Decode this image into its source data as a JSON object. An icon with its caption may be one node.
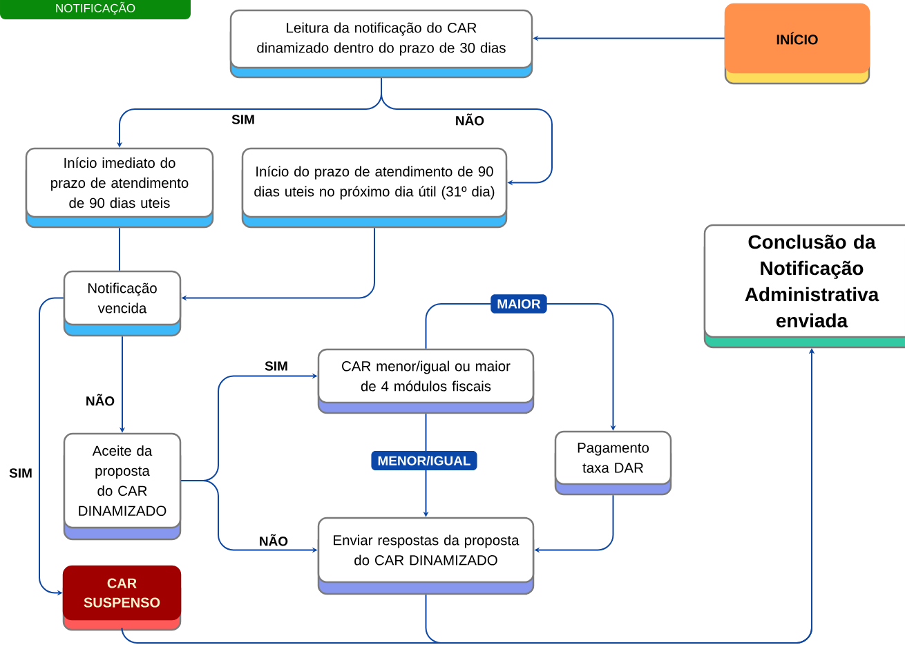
{
  "diagram": {
    "title": "NOTIFICAÇÃO",
    "nodes": [
      {
        "text": [
          "INÍCIO"
        ]
      },
      {
        "text": [
          "Leitura da notificação do CAR dinamizado dentro do prazo de 30 dias"
        ]
      },
      {
        "text": [
          "Início imediato do prazo de atendimento de 90 dias uteis"
        ]
      },
      {
        "text": [
          "Início do prazo de atendimento de 90 dias uteis no próximo dia útil (31º dia)"
        ]
      },
      {
        "text": [
          "Notificação vencida"
        ]
      },
      {
        "text": [
          "Aceite da proposta do CAR DINAMIZADO"
        ]
      },
      {
        "text": [
          "CAR menor/igual ou maior de 4 módulos fiscais"
        ]
      },
      {
        "text": [
          "Pagamento taxa DAR"
        ]
      },
      {
        "text": [
          "Enviar respostas da proposta do CAR DINAMIZADO"
        ]
      },
      {
        "text": [
          "CAR SUSPENSO"
        ]
      },
      {
        "text": [
          "Conclusão da Notificação Administrativa enviada"
        ]
      }
    ],
    "edges": [
      {
        "from": 0,
        "to": 1,
        "arrow": "to"
      },
      {
        "from": 1,
        "to": 2,
        "arrow": "to",
        "label": "SIM"
      },
      {
        "from": 1,
        "to": 3,
        "arrow": "to",
        "label": "NÃO"
      },
      {
        "from": 2,
        "to": 4,
        "arrow": "none"
      },
      {
        "from": 3,
        "to": 4,
        "arrow": "to"
      },
      {
        "from": 4,
        "to": 9,
        "arrow": "to",
        "label": "SIM"
      },
      {
        "from": 4,
        "to": 5,
        "arrow": "to",
        "label": "NÃO"
      },
      {
        "from": 5,
        "to": 6,
        "arrow": "to",
        "label": "SIM"
      },
      {
        "from": 5,
        "to": 8,
        "arrow": "to",
        "label": "NÃO"
      },
      {
        "from": 6,
        "to": 7,
        "arrow": "to",
        "label": "MAIOR"
      },
      {
        "from": 6,
        "to": 8,
        "arrow": "to",
        "label": "MENOR/IGUAL"
      },
      {
        "from": 7,
        "to": 8,
        "arrow": "to"
      },
      {
        "from": 8,
        "to": 10,
        "arrow": "to"
      },
      {
        "from": 9,
        "to": 10,
        "arrow": "to"
      }
    ]
  }
}
